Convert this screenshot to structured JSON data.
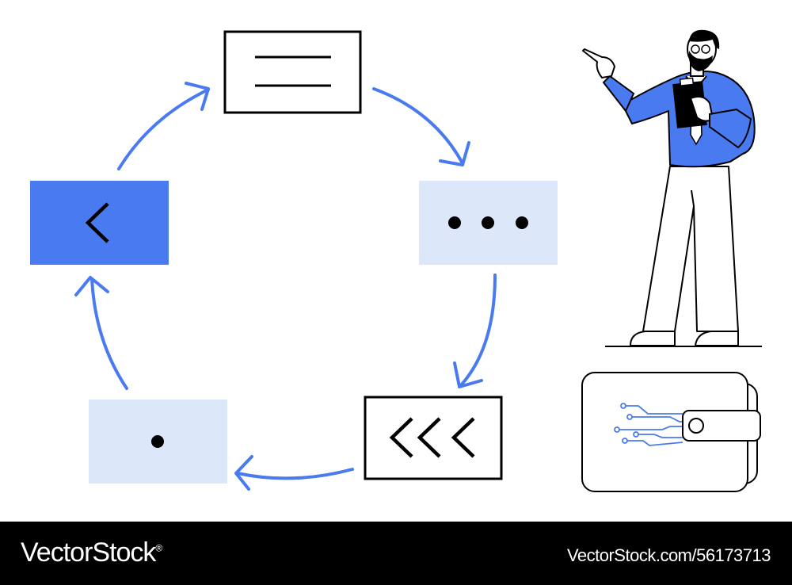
{
  "colors": {
    "accent": "#4a7af0",
    "accent_light": "#dde7fa",
    "ink": "#000000",
    "paper": "#ffffff"
  },
  "diagram": {
    "nodes": [
      {
        "id": "menu",
        "style": "outlined",
        "icon": "menu-lines-icon"
      },
      {
        "id": "ellipsis",
        "style": "light-fill",
        "icon": "ellipsis-icon"
      },
      {
        "id": "rewind",
        "style": "outlined",
        "icon": "triple-chevron-left-icon"
      },
      {
        "id": "dot",
        "style": "light-fill",
        "icon": "dot-icon"
      },
      {
        "id": "back",
        "style": "accent-fill",
        "icon": "chevron-left-icon"
      }
    ],
    "cycle_direction": "clockwise"
  },
  "illustration": {
    "person": "man-with-clipboard-pointing",
    "object": "digital-wallet-with-circuit-lines"
  },
  "footer": {
    "brand": "VectorStock",
    "registered_mark": "®",
    "image_id": "VectorStock.com/56173713"
  }
}
